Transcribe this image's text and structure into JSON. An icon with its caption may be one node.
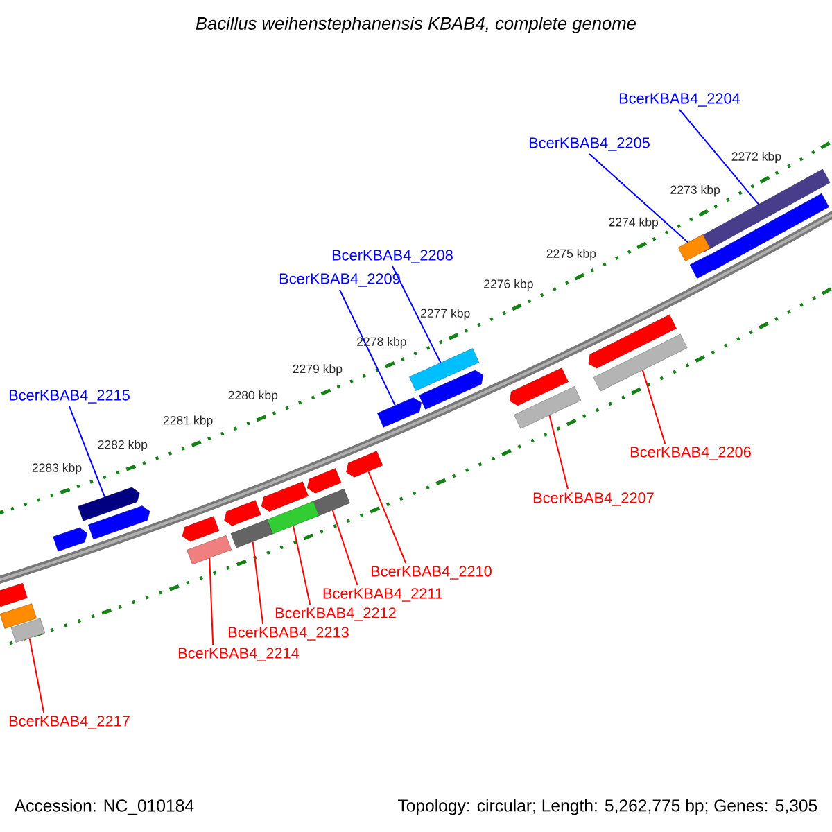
{
  "diagram": {
    "title": "Bacillus weihenstephanensis KBAB4, complete genome",
    "nodes": [
      {
        "text": [
          "BcerKBAB4_2204"
        ]
      },
      {
        "text": [
          "BcerKBAB4_2205"
        ]
      },
      {
        "text": [
          "BcerKBAB4_2208"
        ]
      },
      {
        "text": [
          "BcerKBAB4_2209"
        ]
      },
      {
        "text": [
          "BcerKBAB4_2215"
        ]
      },
      {
        "text": [
          "BcerKBAB4_2206"
        ]
      },
      {
        "text": [
          "BcerKBAB4_2207"
        ]
      },
      {
        "text": [
          "BcerKBAB4_2210"
        ]
      },
      {
        "text": [
          "BcerKBAB4_2211"
        ]
      },
      {
        "text": [
          "BcerKBAB4_2212"
        ]
      },
      {
        "text": [
          "BcerKBAB4_2213"
        ]
      },
      {
        "text": [
          "BcerKBAB4_2214"
        ]
      },
      {
        "text": [
          "BcerKBAB4_2217"
        ]
      },
      {
        "text": [],
        "shape": "bar"
      },
      {
        "text": [],
        "shape": "bar"
      },
      {
        "text": [],
        "shape": "bar"
      },
      {
        "text": [],
        "shape": "arrow"
      },
      {
        "text": [],
        "shape": "arrow"
      },
      {
        "text": [],
        "shape": "bar"
      },
      {
        "text": [],
        "shape": "bar"
      },
      {
        "text": [],
        "shape": "arrow"
      },
      {
        "text": [],
        "shape": "bar"
      },
      {
        "text": [],
        "shape": "bar"
      },
      {
        "text": [],
        "shape": "bar"
      },
      {
        "text": [],
        "shape": "bar"
      },
      {
        "text": [],
        "shape": "bar"
      },
      {
        "text": [],
        "shape": "arrow"
      },
      {
        "text": [],
        "shape": "bar"
      },
      {
        "text": [],
        "shape": "arrow"
      },
      {
        "text": [],
        "shape": "arrow"
      },
      {
        "text": [],
        "shape": "arrow"
      },
      {
        "text": [],
        "shape": "arrow"
      },
      {
        "text": [],
        "shape": "arrow"
      },
      {
        "text": [],
        "shape": "arrow"
      },
      {
        "text": [],
        "shape": "arrow"
      },
      {
        "text": [],
        "shape": "arrow"
      },
      {
        "text": [],
        "shape": "arrow"
      },
      {
        "text": [],
        "shape": "arrow"
      },
      {
        "text": [],
        "shape": "bar"
      }
    ],
    "edges": [
      {
        "from": 0,
        "to": 13,
        "arrow": "none",
        "color": "#0000ff"
      },
      {
        "from": 1,
        "to": 14,
        "arrow": "none",
        "color": "#0000ff"
      },
      {
        "from": 2,
        "to": 15,
        "arrow": "none",
        "color": "#0000ff"
      },
      {
        "from": 3,
        "to": 16,
        "arrow": "none",
        "color": "#0000ff"
      },
      {
        "from": 4,
        "to": 17,
        "arrow": "none",
        "color": "#0000ff"
      },
      {
        "from": 5,
        "to": 18,
        "arrow": "none"
      },
      {
        "from": 6,
        "to": 19,
        "arrow": "none"
      },
      {
        "from": 7,
        "to": 20,
        "arrow": "none"
      },
      {
        "from": 8,
        "to": 21,
        "arrow": "none"
      },
      {
        "from": 9,
        "to": 22,
        "arrow": "none"
      },
      {
        "from": 10,
        "to": 23,
        "arrow": "none"
      },
      {
        "from": 11,
        "to": 24,
        "arrow": "none"
      },
      {
        "from": 12,
        "to": 27,
        "arrow": "none"
      }
    ],
    "labels": [
      "2272 kbp",
      "2273 kbp",
      "2274 kbp",
      "2275 kbp",
      "2276 kbp",
      "2277 kbp",
      "2278 kbp",
      "2279 kbp",
      "2280 kbp",
      "2281 kbp",
      "2282 kbp",
      "2283 kbp",
      "Accession: NC_010184",
      "Topology: circular; Length: 5,262,775 bp; Genes: 5,305"
    ]
  }
}
